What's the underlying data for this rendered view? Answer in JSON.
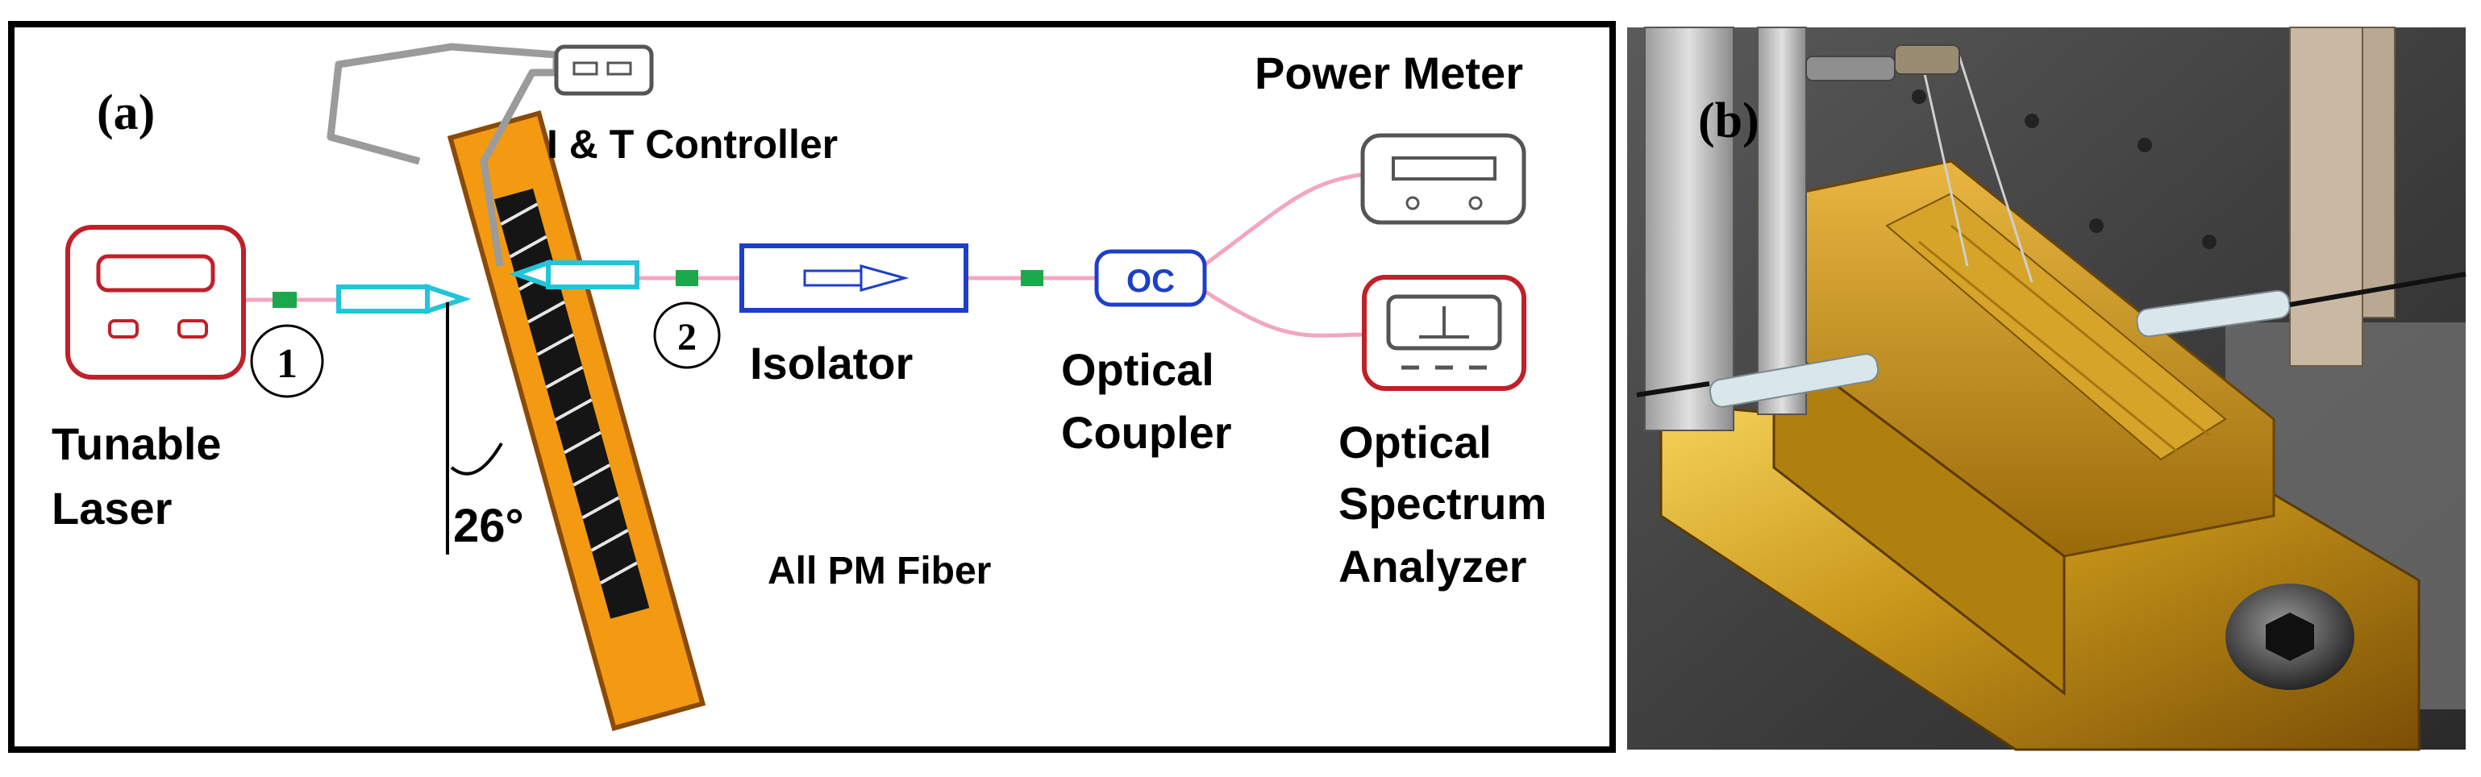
{
  "panel_a": {
    "label": "(a)",
    "controller_label": "I & T Controller",
    "power_meter_label": "Power Meter",
    "laser_label_line1": "Tunable",
    "laser_label_line2": "Laser",
    "port1": "1",
    "port2": "2",
    "isolator_label": "Isolator",
    "coupler_box": "OC",
    "coupler_line1": "Optical",
    "coupler_line2": "Coupler",
    "osa_line1": "Optical",
    "osa_line2": "Spectrum",
    "osa_line3": "Analyzer",
    "angle": "26°",
    "fiber_note": "All PM Fiber"
  },
  "panel_b": {
    "label": "(b)"
  },
  "colors": {
    "laser_red": "#c0202a",
    "fiber_pink": "#f3a6c0",
    "splice_green": "#1aa84b",
    "lens_cyan": "#22c4d8",
    "isolator_blue": "#1d3fc8",
    "grating_orange": "#f39a12",
    "grating_dark": "#8a4a08",
    "wire_gray": "#9b9b9b",
    "gold": "#c89a1a"
  }
}
